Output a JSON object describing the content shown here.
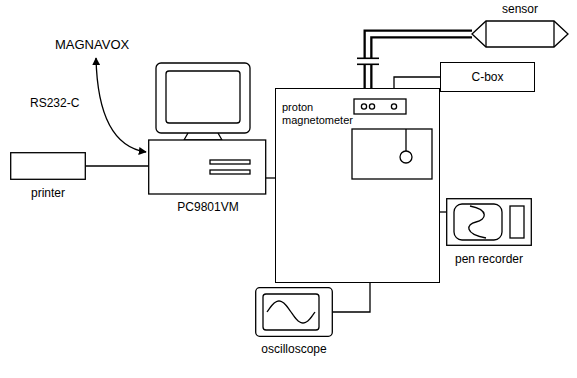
{
  "diagram": {
    "nodes": [
      {
        "text": [
          "sensor"
        ]
      },
      {
        "text": [
          "C-box"
        ]
      },
      {
        "text": [
          "proton magnetometer"
        ]
      },
      {
        "text": [
          "printer"
        ]
      },
      {
        "text": [
          "PC9801VM"
        ]
      },
      {
        "text": [
          "pen recorder"
        ]
      },
      {
        "text": [
          "oscilloscope"
        ]
      }
    ],
    "edges": [
      {
        "from": 3,
        "to": 4,
        "arrow": "none"
      },
      {
        "from": 4,
        "to": 2,
        "arrow": "none"
      },
      {
        "from": 2,
        "to": 5,
        "arrow": "none"
      },
      {
        "from": 2,
        "to": 6,
        "arrow": "none"
      },
      {
        "from": 0,
        "to": 2,
        "arrow": "none"
      },
      {
        "from": 1,
        "to": 2,
        "arrow": "none"
      }
    ],
    "labels": [
      "MAGNAVOX",
      "RS232-C"
    ]
  }
}
